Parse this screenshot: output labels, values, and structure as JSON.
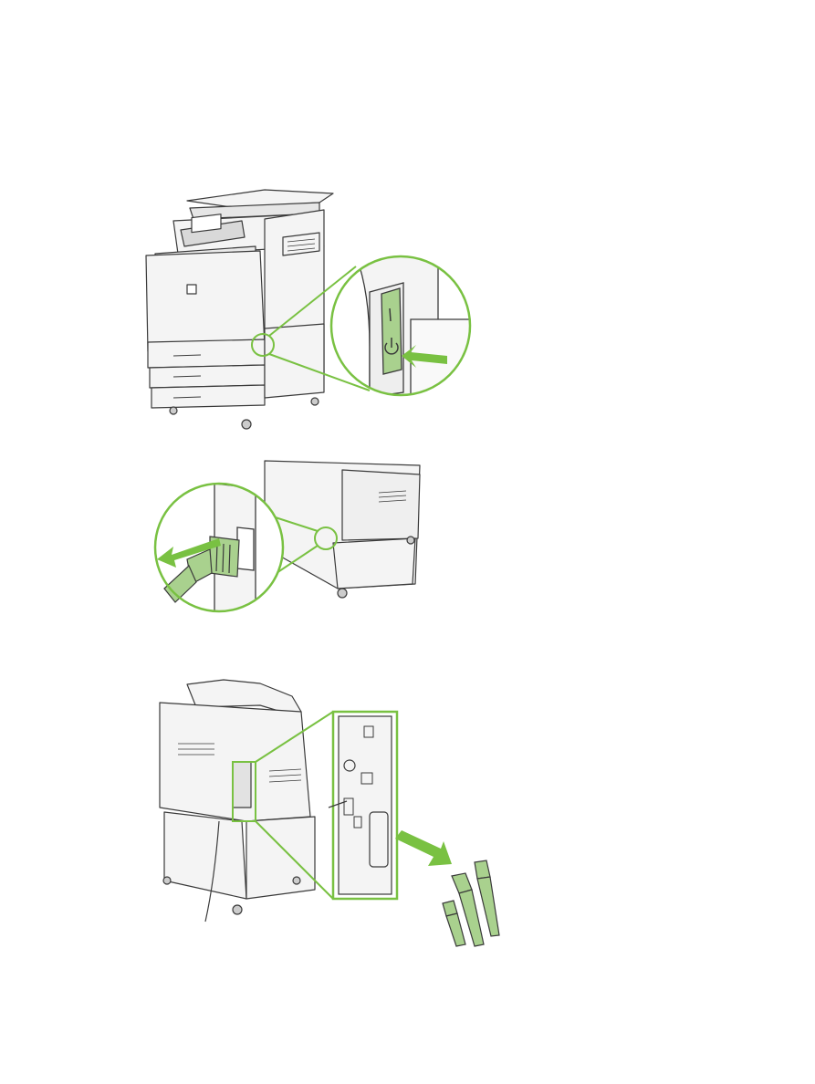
{
  "figures": [
    {
      "id": "power-switch",
      "icons": [
        "power-icon",
        "arrow-icon"
      ]
    },
    {
      "id": "power-cord",
      "icons": [
        "arrow-icon"
      ]
    },
    {
      "id": "interface-cables",
      "icons": [
        "arrow-icon",
        "usb-icon",
        "network-icon",
        "fax-icon",
        "parallel-port-icon"
      ]
    }
  ],
  "colors": {
    "accent_green": "#79c142",
    "accent_green_fill": "#a9d18e",
    "line": "#3a3a3a",
    "fill_light": "#f4f4f4",
    "fill_mid": "#e2e2e2"
  }
}
